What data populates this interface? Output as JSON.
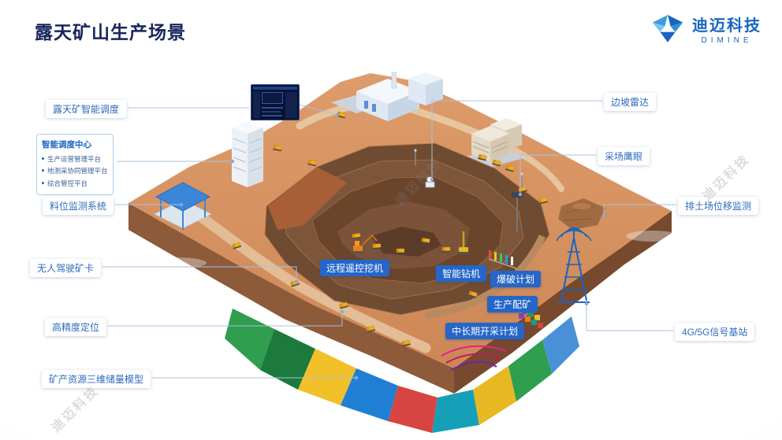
{
  "page": {
    "title": "露天矿山生产场景",
    "watermark": "迪迈科技"
  },
  "logo": {
    "company": "迪迈科技",
    "brand": "DIMINE"
  },
  "dispatch_panel": {
    "title": "智能调度中心",
    "items": [
      "生产运营管理平台",
      "地测采协同管理平台",
      "综合管控平台"
    ]
  },
  "labels": {
    "left": [
      {
        "text": "露天矿智能调度"
      },
      {
        "text": "料位监测系统"
      },
      {
        "text": "无人驾驶矿卡"
      },
      {
        "text": "高精度定位"
      },
      {
        "text": "矿产资源三维储量模型"
      }
    ],
    "right": [
      {
        "text": "边坡雷达"
      },
      {
        "text": "采场鹰眼"
      },
      {
        "text": "排土场位移监测"
      },
      {
        "text": "4G/5G信号基站"
      }
    ],
    "center": [
      {
        "text": "远程遥控挖机"
      },
      {
        "text": "智能钻机"
      },
      {
        "text": "爆破计划"
      },
      {
        "text": "生产配矿"
      },
      {
        "text": "中长期开采计划"
      }
    ]
  },
  "colors": {
    "accent_blue": "#1765c0",
    "label_blue": "#2566c8",
    "terrain_top": "#d6925f",
    "pit_brown": "#6f4b31",
    "title_navy": "#17255c"
  }
}
